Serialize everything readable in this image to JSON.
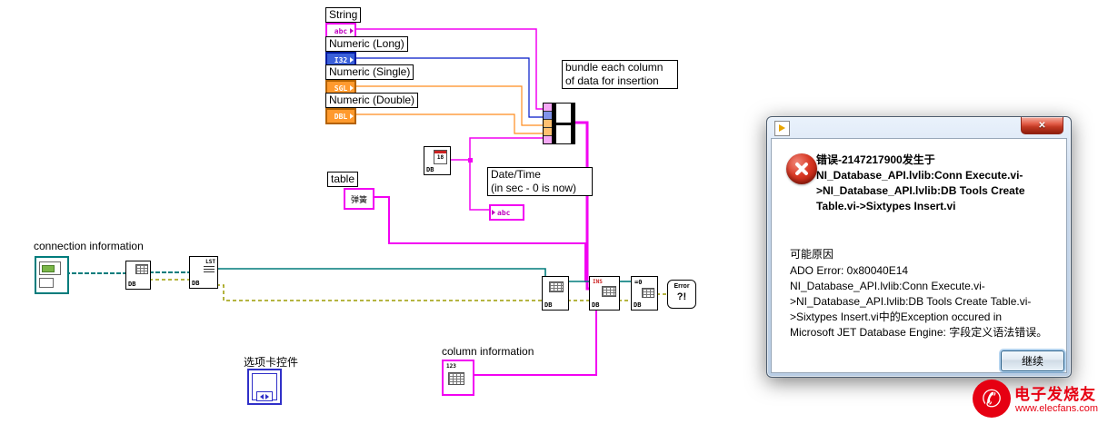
{
  "colors": {
    "wire_string": "#f202f2",
    "wire_long": "#0018c8",
    "wire_float": "#ff8c1e",
    "wire_connection": "#007c7c",
    "wire_error": "#9c9c00",
    "error_icon": "#c81e0a",
    "close_button": "#c23a24",
    "watermark": "#e60012"
  },
  "diagram": {
    "string_label": "String",
    "string_terminal": "abc",
    "numeric_long_label": "Numeric (Long)",
    "long_terminal": "I32",
    "numeric_single_label": "Numeric (Single)",
    "single_terminal": "SGL",
    "numeric_double_label": "Numeric (Double)",
    "double_terminal": "DBL",
    "bundle_note": "bundle each column\nof data for insertion",
    "table_label": "table",
    "table_value": "弹簧",
    "datetime_label": "Date/Time\n(in sec - 0 is now)",
    "datetime_terminal": "abc",
    "connection_label": "connection information",
    "column_label": "column information",
    "tab_control_label": "选项卡控件",
    "icons": {
      "db": "DB",
      "list": "LST",
      "insert": "INS",
      "close_conn": "=0",
      "error_word": "Error",
      "error_marks": "?!",
      "column_numbers": "123",
      "calendar_day": "18"
    }
  },
  "dialog": {
    "close_glyph": "✕",
    "error_summary": "错误-2147217900发生于\nNI_Database_API.lvlib:Conn Execute.vi-\n>NI_Database_API.lvlib:DB Tools Create\nTable.vi->Sixtypes Insert.vi",
    "possible_reason_label": "可能原因",
    "reason_text": "ADO Error: 0x80040E14\nNI_Database_API.lvlib:Conn Execute.vi-\n>NI_Database_API.lvlib:DB Tools Create Table.vi-\n>Sixtypes Insert.vi中的Exception occured in\nMicrosoft JET Database Engine: 字段定义语法错误。",
    "continue_button": "继续"
  },
  "watermark": {
    "phone_glyph": "✆",
    "name": "电子发烧友",
    "url": "www.elecfans.com"
  }
}
